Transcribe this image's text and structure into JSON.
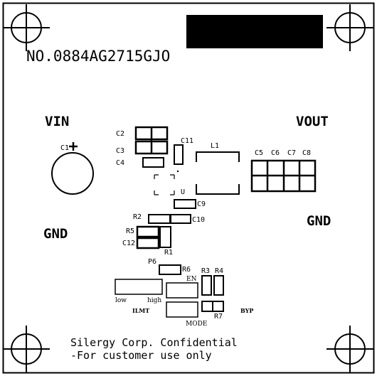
{
  "board": {
    "part_number": "NO.0884AG2715GJO",
    "vin": "VIN",
    "vout": "VOUT",
    "gnd_left": "GND",
    "gnd_right": "GND",
    "confidential_1": "Silergy Corp. Confidential",
    "confidential_2": "-For customer use only"
  },
  "components": {
    "c1": "C1",
    "c2": "C2",
    "c3": "C3",
    "c4": "C4",
    "c11": "C11",
    "l1": "L1",
    "c5": "C5",
    "c6": "C6",
    "c7": "C7",
    "c8": "C8",
    "u": "U",
    "c9": "C9",
    "c10": "C10",
    "r2": "R2",
    "r5": "R5",
    "c12": "C12",
    "r1": "R1",
    "p6": "P6",
    "r6": "R6",
    "r3": "R3",
    "r4": "R4",
    "en": "EN",
    "low": "low",
    "high": "high",
    "ilmt": "ILMT",
    "mode": "MODE",
    "r7": "R7",
    "byp": "BYP"
  }
}
